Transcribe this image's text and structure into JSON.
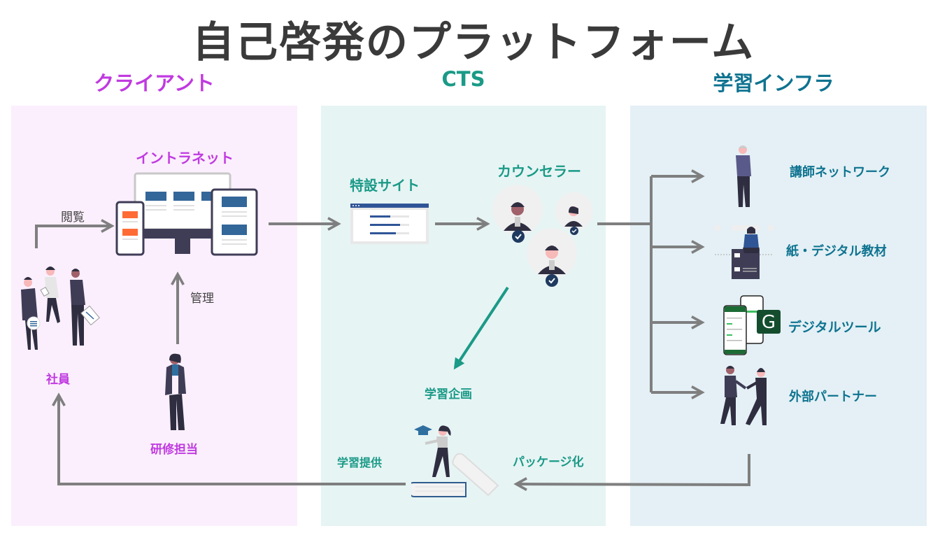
{
  "title": "自己啓発のプラットフォーム",
  "colors": {
    "client": "#c03ae0",
    "cts": "#1a9a87",
    "infra": "#0e7390",
    "client_bg": "#fbeffd",
    "cts_bg": "#e7f4f4",
    "infra_bg": "#e4f0f5",
    "arrow": "#7f7f7f",
    "title": "#3a3a3a"
  },
  "columns": {
    "client": {
      "heading": "クライアント",
      "intranet": "イントラネット",
      "browse": "閲覧",
      "manage": "管理",
      "employees": "社員",
      "training_manager": "研修担当"
    },
    "cts": {
      "heading": "CTS",
      "special_site": "特設サイト",
      "counselor": "カウンセラー",
      "learning_planning": "学習企画",
      "learning_delivery": "学習提供",
      "packaging": "パッケージ化"
    },
    "infra": {
      "heading": "学習インフラ",
      "items": [
        {
          "label": "講師ネットワーク",
          "icon": "instructor-person-icon"
        },
        {
          "label": "紙・デジタル教材",
          "icon": "materials-icon"
        },
        {
          "label": "デジタルツール",
          "icon": "digital-tool-app-icon"
        },
        {
          "label": "外部パートナー",
          "icon": "handshake-icon"
        }
      ],
      "app_letter": "G"
    }
  }
}
